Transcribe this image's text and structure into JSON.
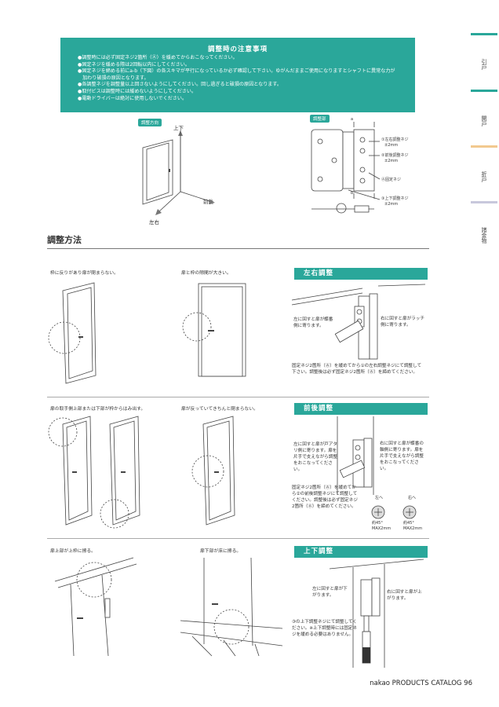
{
  "notice": {
    "title": "調整時の注意事項",
    "items": [
      "●調整時には必ず固定ネジ2箇所（Ⓐ）を緩めてからおこなってください。",
      "●固定ネジを緩める際は2回転以内にしてください。",
      "●固定ネジを締める前にa-b（下図）の各スキマが平行になっているか必ず確認して下さい。ゆがんだままご使用になりますとシャフトに異常な力が",
      "　加わり破損の原因となります。",
      "●各調整ネジを調整量以上回さないようにしてください。回し過ぎると破損の原因となります。",
      "●取付ビスは調整時には緩めないようにしてください。",
      "●電動ドライバーは絶対に使用しないでください。"
    ]
  },
  "tabs": [
    {
      "label": "引戸",
      "color": "#2aa79a"
    },
    {
      "label": "開戸",
      "color": "#2aa79a"
    },
    {
      "label": "折戸",
      "color": "#f2c98f"
    },
    {
      "label": "諸金物",
      "color": "#c8c8dc"
    }
  ],
  "direction_diagram": {
    "badge": "調整方向",
    "up_down": "上下",
    "front_back": "前後",
    "left_right": "左右"
  },
  "adjust_part_diagram": {
    "badge": "調整部",
    "a": "a",
    "b": "b",
    "callout_1a": "①左右調整ネジ",
    "callout_1b": "±2mm",
    "callout_2a": "②前後調整ネジ",
    "callout_2b": "±2mm",
    "callout_3": "Ⓐ固定ネジ",
    "callout_4a": "③上下調整ネジ",
    "callout_4b": "±2mm"
  },
  "section_title": "調整方法",
  "rows": [
    {
      "cases": [
        "枠に反りがあり扉が閉まらない。",
        "扉と枠の隙間が大きい。"
      ],
      "title": "左右調整",
      "left_note": "左に回すと扉が蝶番側に寄ります。",
      "right_note": "右に回すと扉がラッチ側に寄ります。",
      "instruction": "固定ネジ2箇所（Ⓐ）を緩めてから①の左右調整ネジにて調整して下さい。調整後は必ず固定ネジ2箇所（Ⓐ）を締めてください。"
    },
    {
      "cases": [
        "扉の取手側上部または下部が枠からはみ出す。",
        "扉が反っていてきちんと閉まらない。"
      ],
      "title": "前後調整",
      "left_note": "左に回すと扉が戸アタリ側に寄ります。扉を片手で支えながら調整をおこなってください。",
      "right_note": "右に回すと扉が蝶番の軸側に寄ります。扉を片手で支えながら調整をおこなってください。",
      "instruction": "固定ネジ2箇所（Ⓐ）を緩めてから②の前後調整ネジにて調整してください。調整後は必ず固定ネジ2箇所（Ⓐ）を締めてください。",
      "dial_left_label": "左へ",
      "dial_right_label": "右へ",
      "dial_left_a": "約45°",
      "dial_left_b": "MAX2mm",
      "dial_right_a": "約45°",
      "dial_right_b": "MAX2mm"
    },
    {
      "cases": [
        "扉上部が上枠に擦る。",
        "扉下部が床に擦る。"
      ],
      "title": "上下調整",
      "left_note": "左に回すと扉が下がります。",
      "right_note": "右に回すと扉が上がります。",
      "instruction": "③の上下調整ネジにて調整してください。※上下調整時には固定ネジを緩める必要はありません。"
    }
  ],
  "footer": "nakao PRODUCTS CATALOG  96"
}
